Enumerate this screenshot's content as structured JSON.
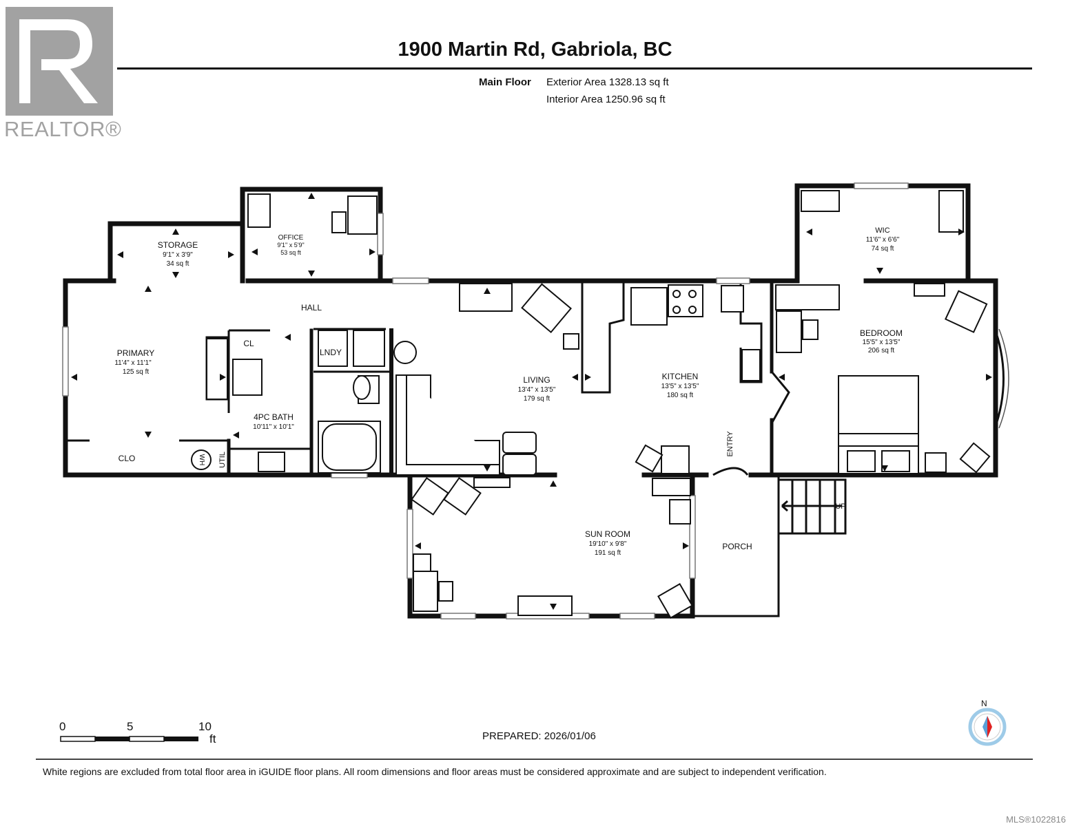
{
  "header": {
    "brand": "REALTOR®",
    "title": "1900 Martin Rd, Gabriola, BC",
    "floor_label": "Main Floor",
    "exterior_area": "Exterior Area 1328.13 sq ft",
    "interior_area": "Interior Area 1250.96 sq ft"
  },
  "rooms": {
    "storage": {
      "name": "STORAGE",
      "dims": "9'1\" x 3'9\"",
      "area": "34 sq ft"
    },
    "office": {
      "name": "OFFICE",
      "dims": "9'1\" x 5'9\"",
      "area": "53 sq ft"
    },
    "wic": {
      "name": "WIC",
      "dims": "11'6\" x 6'6\"",
      "area": "74 sq ft"
    },
    "primary": {
      "name": "PRIMARY",
      "dims": "11'4\" x 11'1\"",
      "area": "125 sq ft"
    },
    "bath": {
      "name": "4PC BATH",
      "dims": "10'11\" x 10'1\""
    },
    "living": {
      "name": "LIVING",
      "dims": "13'4\" x 13'5\"",
      "area": "179 sq ft"
    },
    "kitchen": {
      "name": "KITCHEN",
      "dims": "13'5\" x 13'5\"",
      "area": "180 sq ft"
    },
    "bedroom": {
      "name": "BEDROOM",
      "dims": "15'5\" x 13'5\"",
      "area": "206 sq ft"
    },
    "sunroom": {
      "name": "SUN ROOM",
      "dims": "19'10\" x 9'8\"",
      "area": "191 sq ft"
    },
    "hall": "HALL",
    "cl": "CL",
    "lndy": "LNDY",
    "clo": "CLO",
    "util": "UTIL",
    "wh": "WH",
    "entry": "ENTRY",
    "porch": "PORCH",
    "up": "UP"
  },
  "scale": {
    "n0": "0",
    "n5": "5",
    "n10": "10",
    "unit": "ft"
  },
  "compass": "N",
  "footer": {
    "prepared": "PREPARED: 2026/01/06",
    "disclaimer": "White regions are excluded from total floor area in iGUIDE floor plans. All room dimensions and floor areas must be considered approximate and are subject to independent verification.",
    "mls": "MLS®1022816"
  },
  "colors": {
    "wall": "#111111",
    "realtor_gray": "#a2a2a2",
    "compass_red": "#e02020",
    "compass_ring": "#9ecbe8"
  }
}
